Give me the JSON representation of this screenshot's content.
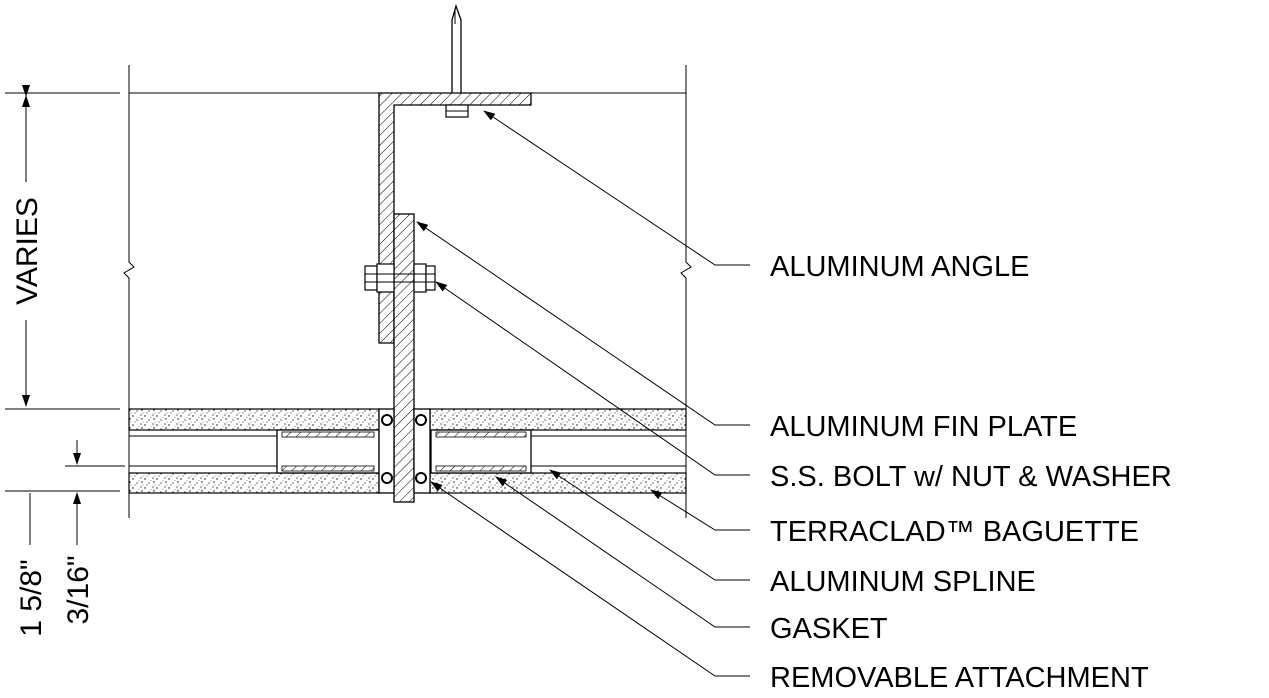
{
  "callouts": [
    {
      "id": "aluminum-angle",
      "label": "ALUMINUM ANGLE"
    },
    {
      "id": "aluminum-fin-plate",
      "label": "ALUMINUM FIN PLATE"
    },
    {
      "id": "ss-bolt",
      "label": "S.S. BOLT w/ NUT & WASHER"
    },
    {
      "id": "terraclad-baguette",
      "label": "TERRACLAD™ BAGUETTE"
    },
    {
      "id": "aluminum-spline",
      "label": "ALUMINUM SPLINE"
    },
    {
      "id": "gasket",
      "label": "GASKET"
    },
    {
      "id": "removable-attachment",
      "label": "REMOVABLE ATTACHMENT"
    }
  ],
  "dimensions": {
    "varies": "VARIES",
    "baguette_depth": "1 5/8\"",
    "spline_offset": "3/16\""
  }
}
